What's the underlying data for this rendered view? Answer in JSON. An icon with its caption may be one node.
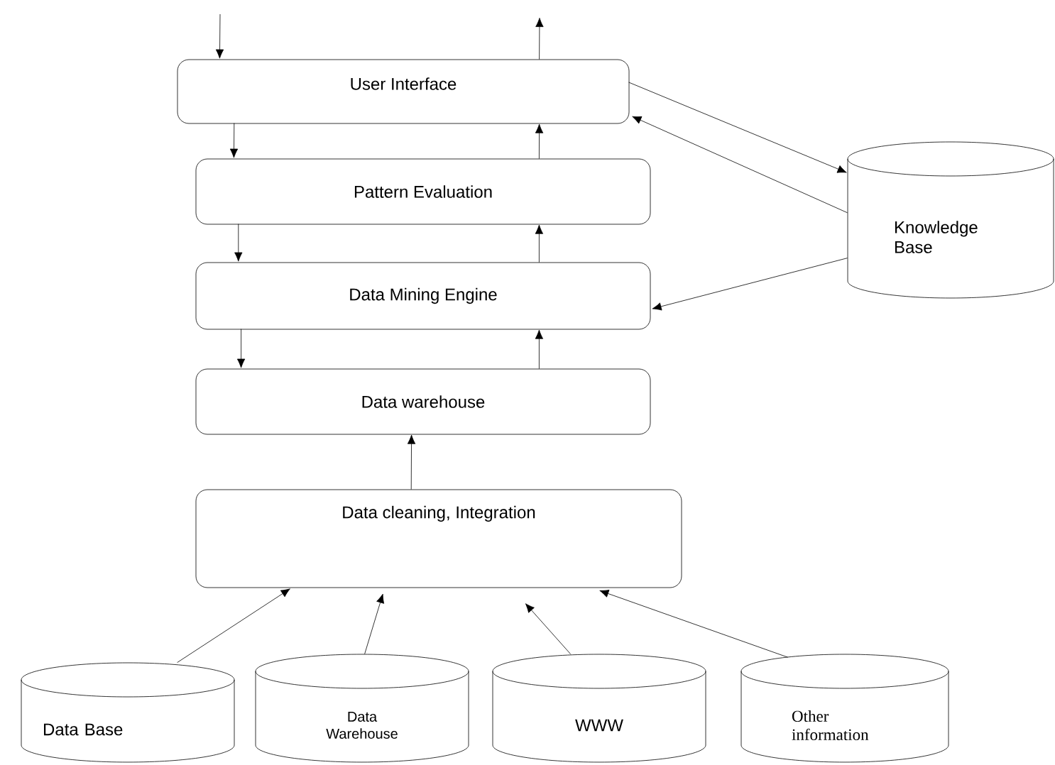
{
  "diagram": {
    "nodes": [
      {
        "text": [
          "User Interface"
        ]
      },
      {
        "text": [
          "Pattern Evaluation"
        ]
      },
      {
        "text": [
          "Data Mining Engine"
        ]
      },
      {
        "text": [
          "Data warehouse"
        ]
      },
      {
        "text": [
          "Data cleaning, Integration"
        ]
      },
      {
        "text": [
          "Knowledge Base"
        ]
      },
      {
        "text": [
          "Data Base"
        ]
      },
      {
        "text": [
          "Data Warehouse"
        ]
      },
      {
        "text": [
          "WWW"
        ]
      },
      {
        "text": [
          "Other information"
        ]
      }
    ],
    "edges": [
      {
        "from": null,
        "to": 0,
        "arrow": "to"
      },
      {
        "from": 0,
        "to": null,
        "arrow": "to"
      },
      {
        "from": 0,
        "to": 1,
        "arrow": "to"
      },
      {
        "from": 1,
        "to": 0,
        "arrow": "to"
      },
      {
        "from": 1,
        "to": 2,
        "arrow": "to"
      },
      {
        "from": 2,
        "to": 1,
        "arrow": "to"
      },
      {
        "from": 2,
        "to": 3,
        "arrow": "to"
      },
      {
        "from": 3,
        "to": 2,
        "arrow": "to"
      },
      {
        "from": 4,
        "to": 3,
        "arrow": "to"
      },
      {
        "from": 0,
        "to": 5,
        "arrow": "to"
      },
      {
        "from": 5,
        "to": 0,
        "arrow": "to"
      },
      {
        "from": 5,
        "to": 2,
        "arrow": "to"
      },
      {
        "from": 6,
        "to": 4,
        "arrow": "to"
      },
      {
        "from": 7,
        "to": 4,
        "arrow": "to"
      },
      {
        "from": 8,
        "to": 4,
        "arrow": "to"
      },
      {
        "from": 9,
        "to": 4,
        "arrow": "to"
      }
    ]
  }
}
